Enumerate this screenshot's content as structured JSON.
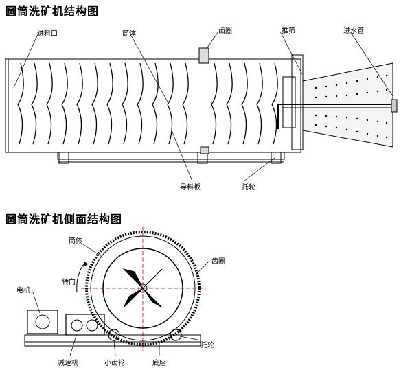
{
  "top": {
    "title": "圆筒洗矿机结构图",
    "labels": {
      "inlet": "进料口",
      "drum": "筒体",
      "ring_gear": "齿圈",
      "screen": "推筛",
      "water_pipe": "进水管",
      "guide_plate": "导料板",
      "roller": "托轮"
    }
  },
  "side": {
    "title": "圆筒洗矿机侧面结构图",
    "labels": {
      "drum": "筒体",
      "rotation": "转向",
      "ring_gear": "齿圈",
      "motor": "电机",
      "reducer": "减速机",
      "pinion": "小齿轮",
      "base": "底座",
      "roller": "托轮"
    }
  }
}
